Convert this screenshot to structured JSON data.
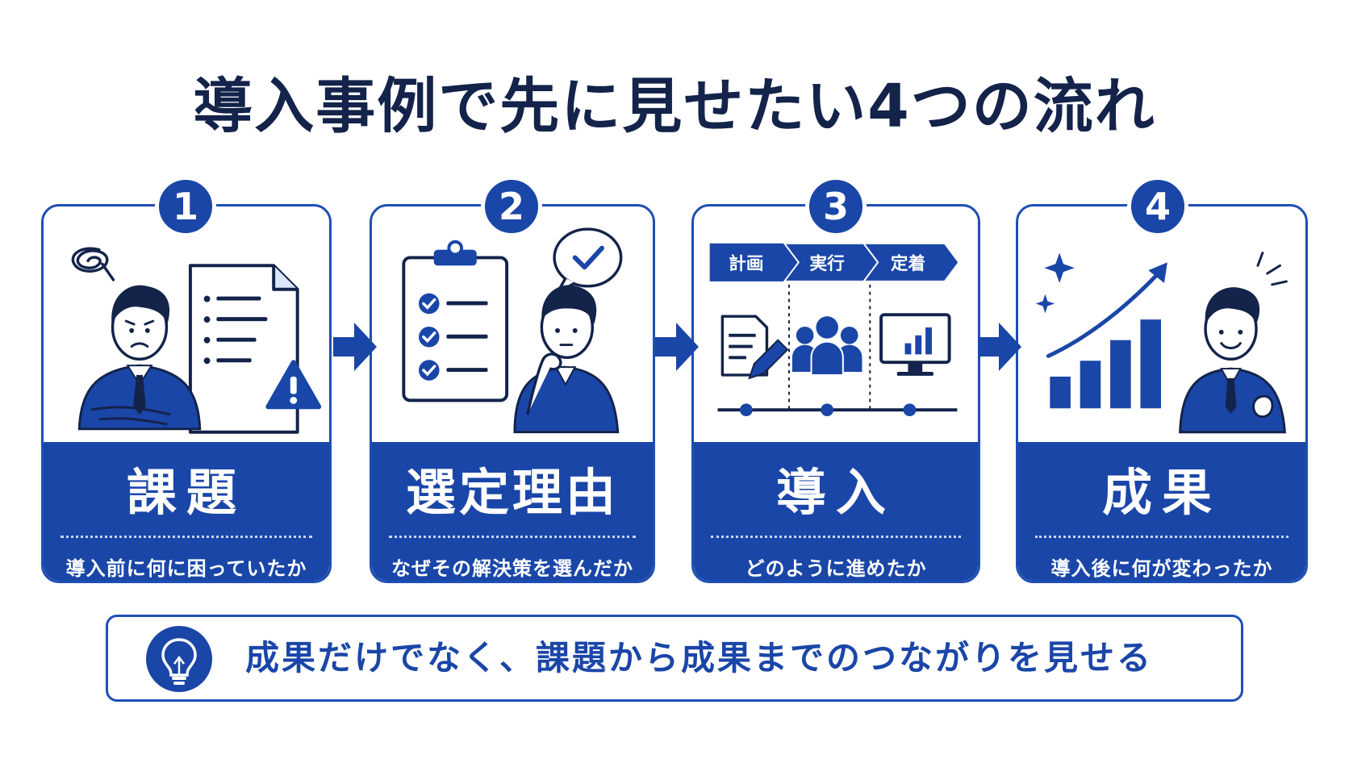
{
  "title": "導入事例で先に見せたい4つの流れ",
  "steps": [
    {
      "number": "1",
      "label": "課題",
      "desc": "導入前に何に困っていたか"
    },
    {
      "number": "2",
      "label": "選定理由",
      "desc": "なぜその解決策を選んだか"
    },
    {
      "number": "3",
      "label": "導入",
      "desc": "どのように進めたか"
    },
    {
      "number": "4",
      "label": "成果",
      "desc": "導入後に何が変わったか"
    }
  ],
  "phases": [
    "計画",
    "実行",
    "定着"
  ],
  "tip": {
    "text": "成果だけでなく、課題から成果までのつながりを見せる"
  },
  "colors": {
    "primary": "#1a46a8",
    "dark_text": "#13234a",
    "light_fill": "#dce6fa"
  }
}
